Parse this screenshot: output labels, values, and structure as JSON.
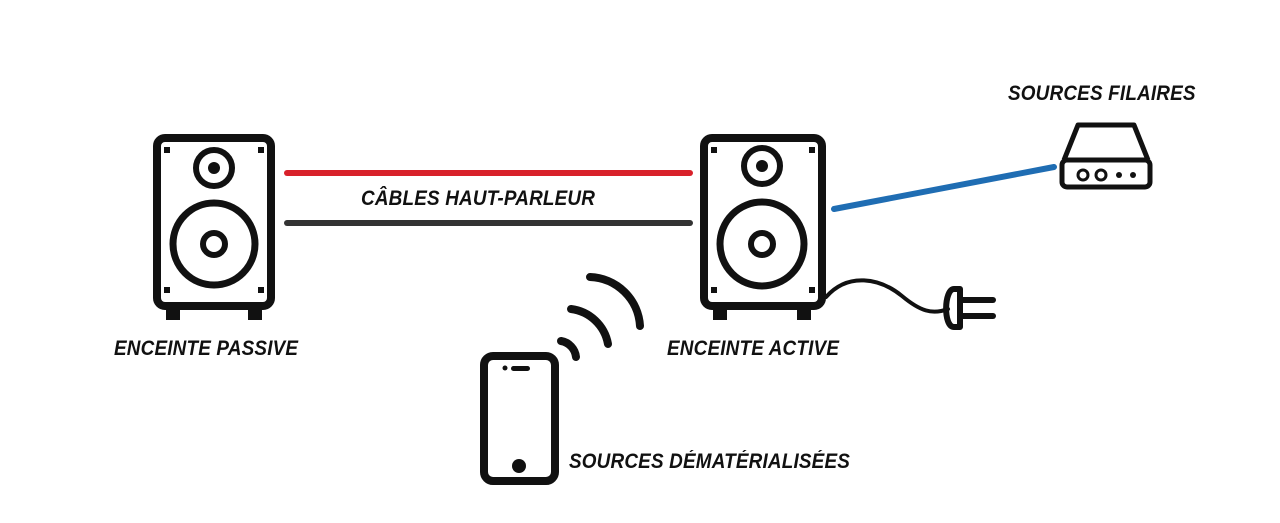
{
  "labels": {
    "passive_speaker": "ENCEINTE PASSIVE",
    "active_speaker": "ENCEINTE ACTIVE",
    "speaker_cables": "CÂBLES HAUT-PARLEUR",
    "wired_sources": "SOURCES FILAIRES",
    "streaming_sources": "SOURCES DÉMATÉRIALISÉES"
  },
  "colors": {
    "outline": "#111111",
    "cable_red": "#d8212a",
    "cable_dark": "#333333",
    "cable_blue": "#1f6db3"
  }
}
